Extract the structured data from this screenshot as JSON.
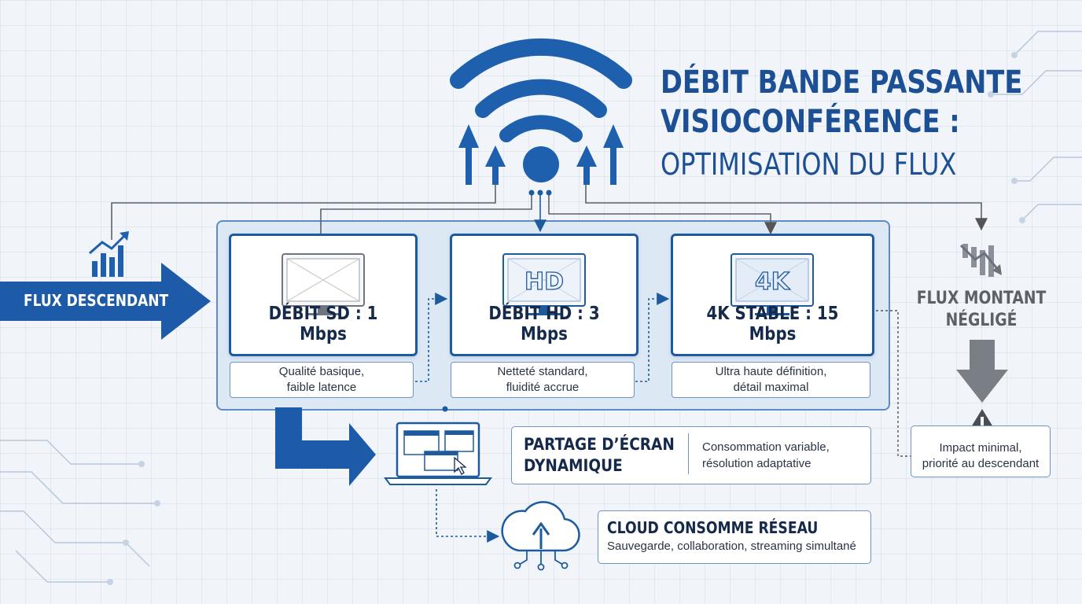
{
  "title": {
    "line1": "DÉBIT BANDE PASSANTE",
    "line2": "VISIOCONFÉRENCE :",
    "line3": "OPTIMISATION DU FLUX"
  },
  "downstream": {
    "label": "FLUX DESCENDANT"
  },
  "upstream": {
    "label_line1": "FLUX MONTANT",
    "label_line2": "NÉGLIGÉ",
    "note_line1": "Impact minimal,",
    "note_line2": "priorité au descendant"
  },
  "tiers": [
    {
      "screen_text": "",
      "label": "DÉBIT SD : 1 Mbps",
      "desc_line1": "Qualité basique,",
      "desc_line2": "faible latence"
    },
    {
      "screen_text": "HD",
      "label": "DÉBIT HD : 3 Mbps",
      "desc_line1": "Netteté standard,",
      "desc_line2": "fluidité accrue"
    },
    {
      "screen_text": "4K",
      "label": "4K STABLE : 15 Mbps",
      "desc_line1": "Ultra haute définition,",
      "desc_line2": "détail maximal"
    }
  ],
  "screen_share": {
    "title_line1": "PARTAGE D’ÉCRAN",
    "title_line2": "DYNAMIQUE",
    "desc_line1": "Consommation variable,",
    "desc_line2": "résolution adaptative"
  },
  "cloud": {
    "title": "CLOUD CONSOMME RÉSEAU",
    "desc": "Sauvegarde, collaboration, streaming simultané"
  },
  "colors": {
    "primary": "#1e5fae",
    "dark_navy": "#152a4a",
    "gray": "#7d8288",
    "panel": "#dde8f5"
  }
}
